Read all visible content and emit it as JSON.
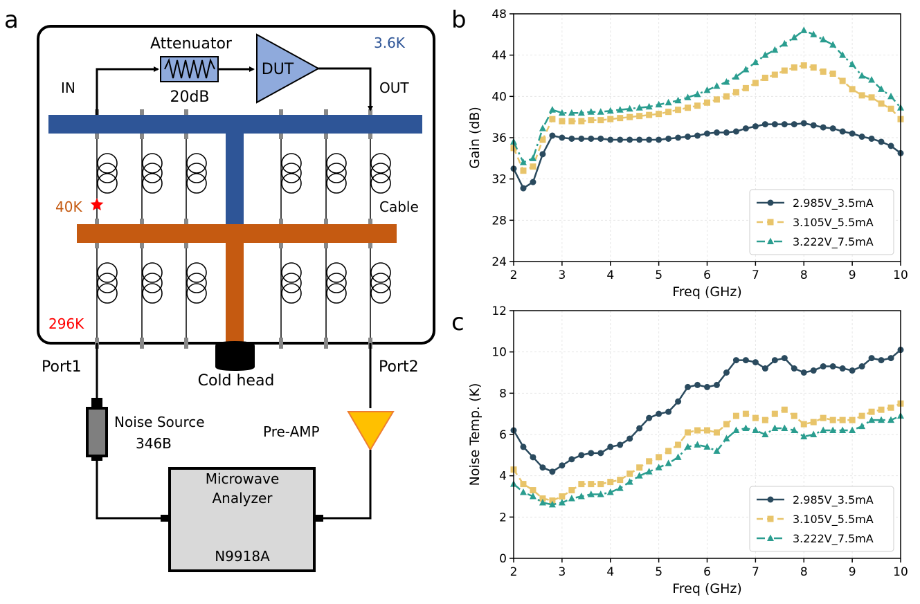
{
  "panel_labels": {
    "a": "a",
    "b": "b",
    "c": "c"
  },
  "diagram": {
    "attenuator_label": "Attenuator",
    "attenuator_value": "20dB",
    "dut_label": "DUT",
    "temp_3k6": "3.6K",
    "temp_40k": "40K",
    "temp_296k": "296K",
    "in_label": "IN",
    "out_label": "OUT",
    "cable_label": "Cable",
    "port1_label": "Port1",
    "port2_label": "Port2",
    "cold_head_label": "Cold head",
    "noise_source_label_1": "Noise Source",
    "noise_source_label_2": "346B",
    "preamp_label": "Pre-AMP",
    "analyzer_label_1": "Microwave",
    "analyzer_label_2": "Analyzer",
    "analyzer_label_3": "N9918A",
    "colors": {
      "stage_3k6": "#2e5597",
      "stage_40k": "#c55a11",
      "dut_fill": "#8faadc",
      "preamp_fill": "#ffc000",
      "star": "#ff0000"
    }
  },
  "series_names": [
    "2.985V_3.5mA",
    "3.105V_5.5mA",
    "3.222V_7.5mA"
  ],
  "series_colors": [
    "#2a4a5e",
    "#e8c46a",
    "#2a9d8f"
  ],
  "chart_data": [
    {
      "type": "line",
      "xlabel": "Freq (GHz)",
      "ylabel": "Gain (dB)",
      "xlim": [
        2,
        10
      ],
      "ylim": [
        24,
        48
      ],
      "xticks": [
        2,
        3,
        4,
        5,
        6,
        7,
        8,
        9,
        10
      ],
      "yticks": [
        24,
        28,
        32,
        36,
        40,
        44,
        48
      ],
      "grid": true,
      "legend": "lower-right",
      "x": [
        2.0,
        2.2,
        2.4,
        2.6,
        2.8,
        3.0,
        3.2,
        3.4,
        3.6,
        3.8,
        4.0,
        4.2,
        4.4,
        4.6,
        4.8,
        5.0,
        5.2,
        5.4,
        5.6,
        5.8,
        6.0,
        6.2,
        6.4,
        6.6,
        6.8,
        7.0,
        7.2,
        7.4,
        7.6,
        7.8,
        8.0,
        8.2,
        8.4,
        8.6,
        8.8,
        9.0,
        9.2,
        9.4,
        9.6,
        9.8,
        10.0
      ],
      "series": [
        {
          "name": "2.985V_3.5mA",
          "values": [
            33.0,
            31.1,
            31.7,
            34.4,
            36.2,
            36.0,
            35.9,
            35.9,
            35.9,
            35.9,
            35.8,
            35.8,
            35.8,
            35.8,
            35.8,
            35.8,
            35.9,
            36.0,
            36.1,
            36.2,
            36.4,
            36.5,
            36.5,
            36.6,
            36.9,
            37.1,
            37.3,
            37.3,
            37.3,
            37.3,
            37.4,
            37.2,
            37.0,
            36.9,
            36.6,
            36.4,
            36.1,
            35.9,
            35.6,
            35.2,
            34.5
          ]
        },
        {
          "name": "3.105V_5.5mA",
          "values": [
            35.0,
            32.8,
            33.2,
            35.8,
            37.8,
            37.6,
            37.6,
            37.6,
            37.7,
            37.7,
            37.8,
            37.9,
            38.0,
            38.1,
            38.2,
            38.3,
            38.5,
            38.7,
            38.9,
            39.1,
            39.4,
            39.7,
            40.0,
            40.4,
            40.8,
            41.3,
            41.8,
            42.1,
            42.5,
            42.8,
            43.0,
            42.8,
            42.4,
            42.2,
            41.5,
            40.7,
            40.1,
            39.9,
            39.3,
            38.8,
            37.8
          ]
        },
        {
          "name": "3.222V_7.5mA",
          "values": [
            35.6,
            33.6,
            34.0,
            36.9,
            38.7,
            38.4,
            38.4,
            38.4,
            38.5,
            38.5,
            38.6,
            38.7,
            38.8,
            38.9,
            39.0,
            39.2,
            39.4,
            39.6,
            39.9,
            40.2,
            40.6,
            41.0,
            41.4,
            41.9,
            42.6,
            43.3,
            44.0,
            44.5,
            45.1,
            45.7,
            46.4,
            46.0,
            45.5,
            45.0,
            44.0,
            43.1,
            42.0,
            41.6,
            40.7,
            40.0,
            38.9
          ]
        }
      ]
    },
    {
      "type": "line",
      "xlabel": "Freq (GHz)",
      "ylabel": "Noise Temp. (K)",
      "xlim": [
        2,
        10
      ],
      "ylim": [
        0,
        12
      ],
      "xticks": [
        2,
        3,
        4,
        5,
        6,
        7,
        8,
        9,
        10
      ],
      "yticks": [
        0,
        2,
        4,
        6,
        8,
        10,
        12
      ],
      "grid": true,
      "legend": "lower-right",
      "x": [
        2.0,
        2.2,
        2.4,
        2.6,
        2.8,
        3.0,
        3.2,
        3.4,
        3.6,
        3.8,
        4.0,
        4.2,
        4.4,
        4.6,
        4.8,
        5.0,
        5.2,
        5.4,
        5.6,
        5.8,
        6.0,
        6.2,
        6.4,
        6.6,
        6.8,
        7.0,
        7.2,
        7.4,
        7.6,
        7.8,
        8.0,
        8.2,
        8.4,
        8.6,
        8.8,
        9.0,
        9.2,
        9.4,
        9.6,
        9.8,
        10.0
      ],
      "series": [
        {
          "name": "2.985V_3.5mA",
          "values": [
            6.2,
            5.4,
            4.9,
            4.4,
            4.2,
            4.5,
            4.8,
            5.0,
            5.1,
            5.1,
            5.4,
            5.5,
            5.8,
            6.3,
            6.8,
            7.0,
            7.1,
            7.6,
            8.3,
            8.4,
            8.3,
            8.4,
            9.0,
            9.6,
            9.6,
            9.5,
            9.2,
            9.6,
            9.7,
            9.2,
            9.0,
            9.1,
            9.3,
            9.3,
            9.2,
            9.1,
            9.3,
            9.7,
            9.6,
            9.7,
            10.1
          ]
        },
        {
          "name": "3.105V_5.5mA",
          "values": [
            4.3,
            3.6,
            3.3,
            2.9,
            2.8,
            3.0,
            3.3,
            3.6,
            3.6,
            3.6,
            3.7,
            3.8,
            4.1,
            4.4,
            4.7,
            4.9,
            5.2,
            5.5,
            6.1,
            6.2,
            6.2,
            6.1,
            6.5,
            6.9,
            7.0,
            6.8,
            6.7,
            7.0,
            7.2,
            6.9,
            6.5,
            6.6,
            6.8,
            6.7,
            6.7,
            6.7,
            6.9,
            7.1,
            7.2,
            7.3,
            7.5
          ]
        },
        {
          "name": "3.222V_7.5mA",
          "values": [
            3.6,
            3.2,
            3.0,
            2.7,
            2.6,
            2.7,
            2.9,
            3.0,
            3.1,
            3.1,
            3.2,
            3.4,
            3.7,
            4.0,
            4.2,
            4.4,
            4.6,
            4.9,
            5.4,
            5.5,
            5.4,
            5.2,
            5.8,
            6.2,
            6.3,
            6.2,
            6.0,
            6.3,
            6.3,
            6.2,
            5.9,
            6.0,
            6.2,
            6.2,
            6.2,
            6.2,
            6.4,
            6.7,
            6.7,
            6.7,
            6.9
          ]
        }
      ]
    }
  ]
}
